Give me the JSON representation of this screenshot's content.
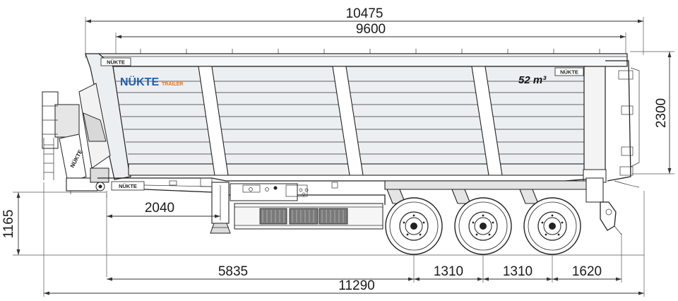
{
  "drawing_title": "Tipper semi-trailer side view technical drawing",
  "brand": {
    "logo_main": "NÜKTE",
    "logo_sub": "TRAILER",
    "side_plates": [
      "NÜKTE",
      "NÜKTE",
      "NÜKTE"
    ],
    "drawbar_mark": "NÜKTE"
  },
  "volume_label": "52 m³",
  "dimensions": {
    "overall_body_length": "10475",
    "tipper_length": "9600",
    "body_height": "2300",
    "fifth_wheel_height": "1165",
    "kingpin_to_landing_gear": "2040",
    "kingpin_to_first_axle": "5835",
    "axle_spacing_1": "1310",
    "axle_spacing_2": "1310",
    "rear_overhang": "1620",
    "overall_length": "11290"
  },
  "colors": {
    "line": "#222222",
    "body": "#eceff2",
    "brand_blue": "#1f5fb3",
    "brand_orange": "#e8731a"
  }
}
